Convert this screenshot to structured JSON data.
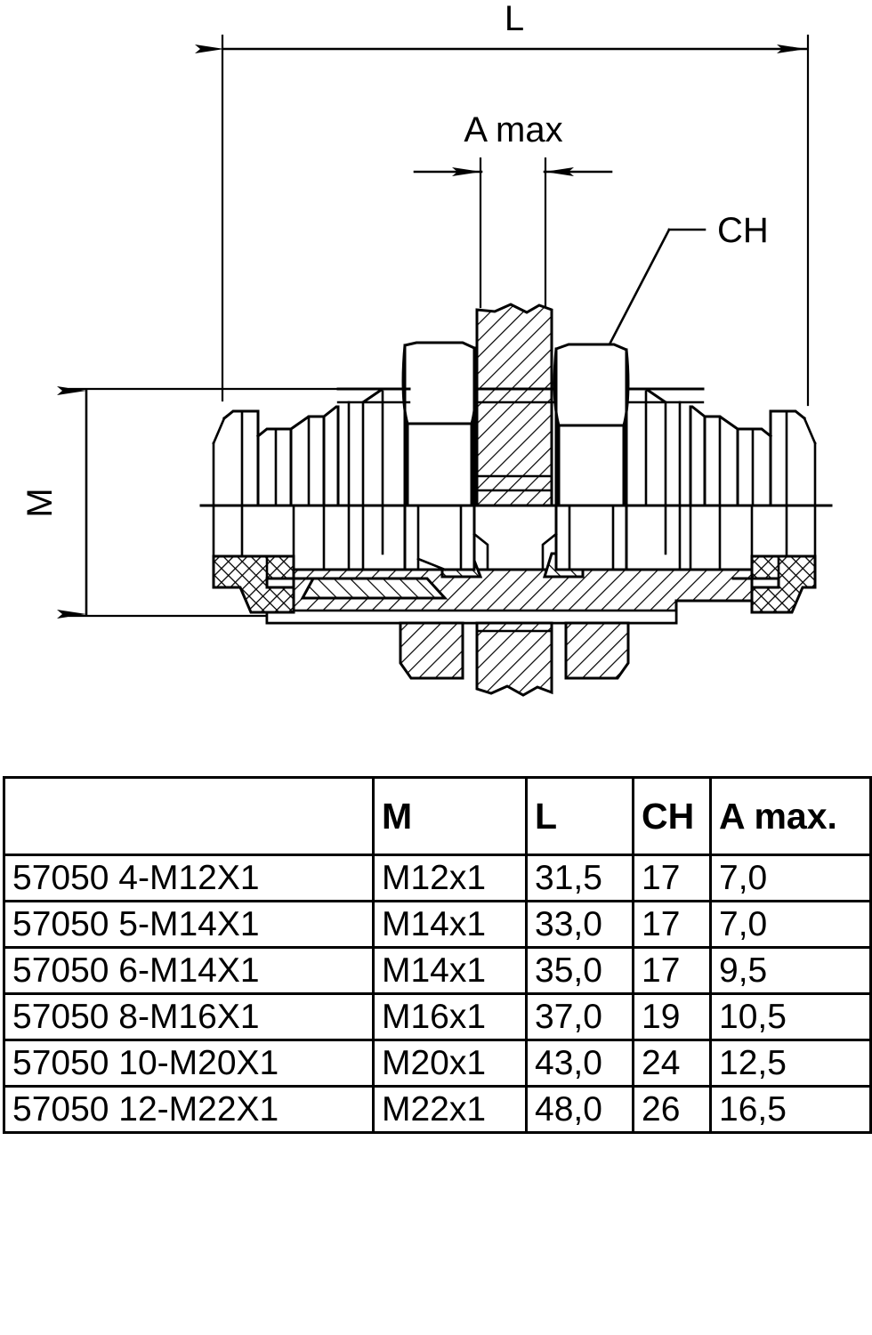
{
  "drawing": {
    "labels": {
      "length": "L",
      "thread": "M",
      "hex": "CH",
      "gap": "A max"
    },
    "icons": {
      "length_dimension": "double-arrow-horizontal-icon",
      "thread_dimension": "double-arrow-vertical-icon",
      "gap_dimension": "double-arrow-inward-icon",
      "hex_leader": "leader-line-icon",
      "centerline": "centerline-icon"
    },
    "description": "Cross-section of a straight bulkhead/union tube fitting with two hex nuts, sealing cones and protective boots"
  },
  "table": {
    "headers": [
      "",
      "M",
      "L",
      "CH",
      "A max."
    ],
    "rows": [
      {
        "code": "57050 4-M12X1",
        "m": "M12x1",
        "l": "31,5",
        "ch": "17",
        "a_max": "7,0"
      },
      {
        "code": "57050 5-M14X1",
        "m": "M14x1",
        "l": "33,0",
        "ch": "17",
        "a_max": "7,0"
      },
      {
        "code": "57050 6-M14X1",
        "m": "M14x1",
        "l": "35,0",
        "ch": "17",
        "a_max": "9,5"
      },
      {
        "code": "57050 8-M16X1",
        "m": "M16x1",
        "l": "37,0",
        "ch": "19",
        "a_max": "10,5"
      },
      {
        "code": "57050 10-M20X1",
        "m": "M20x1",
        "l": "43,0",
        "ch": "24",
        "a_max": "12,5"
      },
      {
        "code": "57050 12-M22X1",
        "m": "M22x1",
        "l": "48,0",
        "ch": "26",
        "a_max": "16,5"
      }
    ]
  },
  "colors": {
    "line": "#000000",
    "background": "#ffffff"
  }
}
